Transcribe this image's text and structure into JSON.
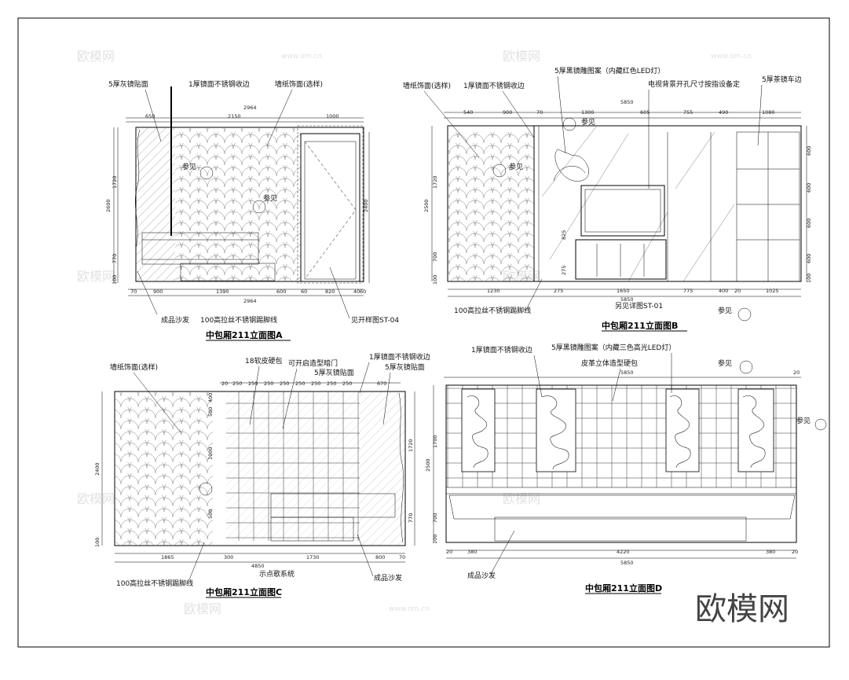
{
  "watermark": {
    "brand": "欧模网",
    "url": "www.om.cn"
  },
  "elevation_a": {
    "title": "中包厢211立面图A",
    "labels": {
      "mirror": "5厚灰镜贴面",
      "steel_edge": "1厚镜面不锈钢收边",
      "wallpaper": "墙纸饰面(选样)",
      "see": "参见",
      "sofa": "成品沙发",
      "skirting": "100高拉丝不锈钢踢脚线",
      "detail": "见开样图ST-04"
    },
    "dims_top": [
      "2964",
      "650",
      "2150",
      "1000"
    ],
    "dims_bottom": [
      "2964",
      "70",
      "900",
      "1390",
      "600",
      "60",
      "820",
      "40",
      "60"
    ],
    "dims_left": [
      "2600",
      "1720",
      "770",
      "100"
    ],
    "dims_right": [
      "2400"
    ]
  },
  "elevation_b": {
    "title": "中包厢211立面图B",
    "labels": {
      "wallpaper": "墙纸饰面(选样)",
      "steel_edge": "1厚镜面不锈钢收边",
      "black_mirror": "5厚黑镜雕图案（内藏红色LED灯）",
      "tv_note": "电视背景开孔尺寸按指设备定",
      "tea_mirror": "5厚茶镜车边",
      "see": "参见",
      "skirting": "100高拉丝不锈钢踢脚线",
      "detail": "另见详图ST-01"
    },
    "dims_top": [
      "5850",
      "540",
      "900",
      "70",
      "1300",
      "605",
      "755",
      "490",
      "1080"
    ],
    "dims_bottom": [
      "5850",
      "1230",
      "275",
      "1650",
      "775",
      "400",
      "20",
      "1025"
    ],
    "dims_left": [
      "2500",
      "1720",
      "700",
      "100"
    ],
    "dims_right": [
      "600",
      "600",
      "600",
      "600",
      "100"
    ],
    "dims_mid": [
      "825",
      "275"
    ]
  },
  "elevation_c": {
    "title": "中包厢211立面图C",
    "labels": {
      "wallpaper": "墙纸饰面(选样)",
      "leather": "18软皮硬包",
      "door": "可开启造型暗门",
      "gray_mirror": "5厚灰镜贴面",
      "steel_edge": "1厚镜面不锈钢收边",
      "gray_mirror2": "5厚灰镜贴面",
      "skirting": "100高拉丝不锈钢踢脚线",
      "sound": "示点歌系统",
      "sofa": "成品沙发"
    },
    "dims_top": [
      "20",
      "250",
      "250",
      "250",
      "250",
      "250",
      "250",
      "250",
      "250",
      "670"
    ],
    "dims_bottom": [
      "4850",
      "1865",
      "300",
      "1730",
      "800",
      "70"
    ],
    "dims_left": [
      "2400",
      "400",
      "500",
      "1000",
      "500",
      "100"
    ],
    "dims_right": [
      "1720",
      "770"
    ]
  },
  "elevation_d": {
    "title": "中包厢211立面图D",
    "labels": {
      "steel_edge": "1厚镜面不锈钢收边",
      "black_mirror": "5厚黑镜雕图案（内藏三色高光LED灯）",
      "leather": "皮革立体造型硬包",
      "see": "参见",
      "see2": "参见",
      "sofa": "成品沙发"
    },
    "dims_top": [
      "5850",
      "20"
    ],
    "dims_bottom": [
      "5850",
      "20",
      "380",
      "4220",
      "380",
      "20"
    ],
    "dims_left": [
      "2500",
      "1700",
      "700",
      "100"
    ]
  }
}
